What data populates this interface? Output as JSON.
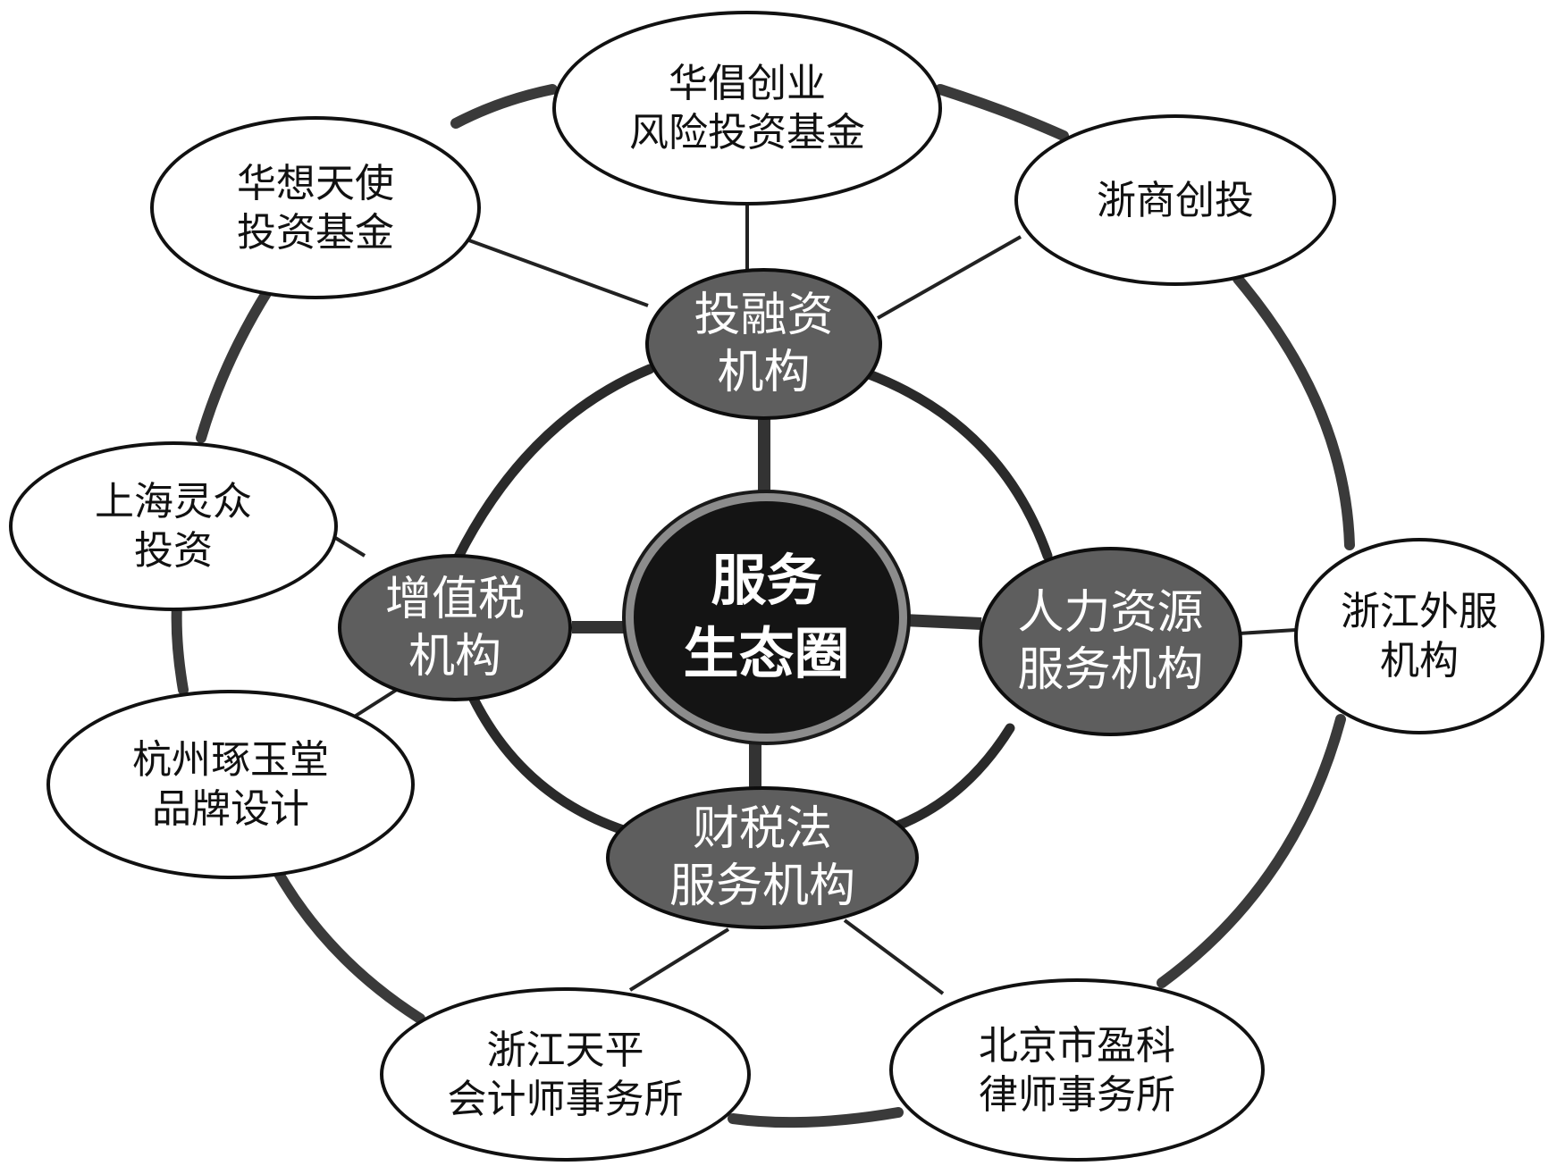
{
  "hub": {
    "line1": "服务",
    "line2": "生态圈"
  },
  "categories": {
    "investment": {
      "line1": "投融资",
      "line2": "机构"
    },
    "vat": {
      "line1": "增值税",
      "line2": "机构"
    },
    "hr": {
      "line1": "人力资源",
      "line2": "服务机构"
    },
    "finance_law": {
      "line1": "财税法",
      "line2": "服务机构"
    }
  },
  "providers": {
    "huachang": {
      "line1": "华倡创业",
      "line2": "风险投资基金"
    },
    "huaxiang": {
      "line1": "华想天使",
      "line2": "投资基金"
    },
    "zheshang": {
      "line1": "浙商创投"
    },
    "lingzhong": {
      "line1": "上海灵众",
      "line2": "投资"
    },
    "zhuoyutang": {
      "line1": "杭州琢玉堂",
      "line2": "品牌设计"
    },
    "waifu": {
      "line1": "浙江外服",
      "line2": "机构"
    },
    "tianping": {
      "line1": "浙江天平",
      "line2": "会计师事务所"
    },
    "yingke": {
      "line1": "北京市盈科",
      "line2": "律师事务所"
    }
  }
}
